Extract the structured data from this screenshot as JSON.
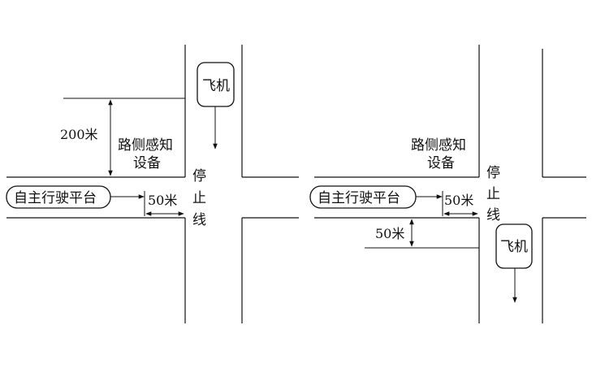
{
  "labels": {
    "plane": "飞机",
    "roadside_sensor_line1": "路侧感知",
    "roadside_sensor_line2": "设备",
    "stop_line": [
      "停",
      "止",
      "线"
    ],
    "vehicle": "自主行驶平台",
    "dist_50": "50米",
    "dist_200": "200米"
  }
}
